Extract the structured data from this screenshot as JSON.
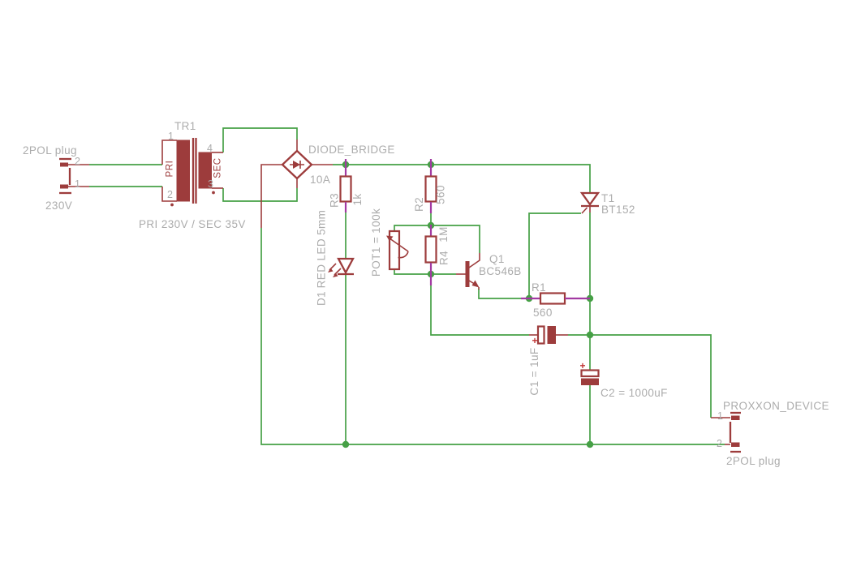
{
  "colors": {
    "wire_green": "#46A046",
    "symbol_maroon": "#9D3C3C",
    "pin_magenta": "#A23AA2",
    "label_gray": "#ACACAC",
    "polarity_red": "#C03333",
    "background": "#FFFFFF"
  },
  "plug_in": {
    "title": "2POL plug",
    "pin_top": "2",
    "pin_bottom": "1",
    "voltage": "230V"
  },
  "transformer": {
    "ref": "TR1",
    "pin1": "1",
    "pin2": "2",
    "pin3": "3",
    "pin4": "4",
    "primary": "PRI",
    "secondary": "SEC",
    "rating": "PRI 230V / SEC 35V"
  },
  "bridge": {
    "ref": "DIODE_BRIDGE",
    "value": "10A"
  },
  "r3": {
    "ref": "R3",
    "value": "1k"
  },
  "r2": {
    "ref": "R2",
    "value": "560"
  },
  "r4": {
    "ref": "R4",
    "value": "1M"
  },
  "r1": {
    "ref": "R1",
    "value": "560"
  },
  "pot1": {
    "label": "POT1 = 100k"
  },
  "d1": {
    "ref": "D1",
    "desc": "RED LED 5mm"
  },
  "q1": {
    "ref": "Q1",
    "part": "BC546B"
  },
  "t1": {
    "ref": "T1",
    "part": "BT152"
  },
  "c1": {
    "label": "C1 = 1uF",
    "polarity": "+"
  },
  "c2": {
    "label": "C2 = 1000uF",
    "polarity": "+"
  },
  "plug_out": {
    "title": "PROXXON_DEVICE",
    "pin1": "1",
    "pin2": "2",
    "subtitle": "2POL plug"
  }
}
